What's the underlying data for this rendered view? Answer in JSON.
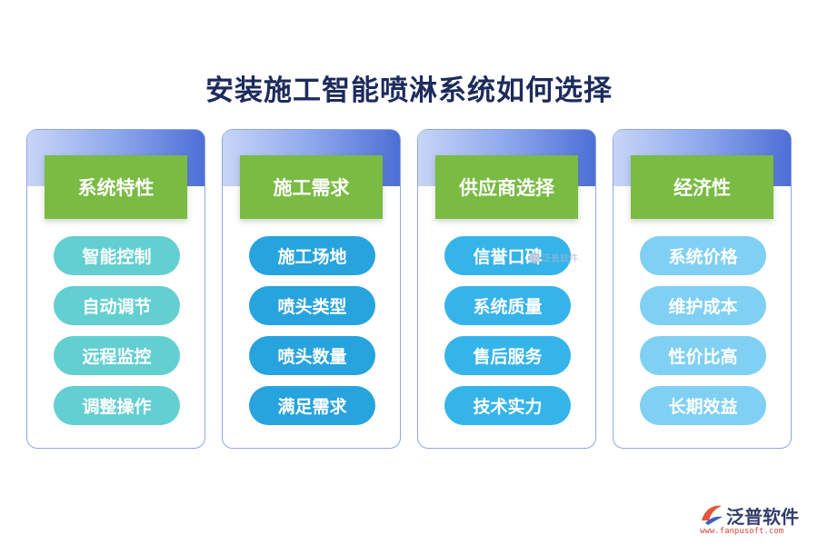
{
  "title": "安装施工智能喷淋系统如何选择",
  "categories": [
    {
      "header": "系统特性",
      "items": [
        "智能控制",
        "自动调节",
        "远程监控",
        "调整操作"
      ]
    },
    {
      "header": "施工需求",
      "items": [
        "施工场地",
        "喷头类型",
        "喷头数量",
        "满足需求"
      ]
    },
    {
      "header": "供应商选择",
      "items": [
        "信誉口碑",
        "系统质量",
        "售后服务",
        "技术实力"
      ]
    },
    {
      "header": "经济性",
      "items": [
        "系统价格",
        "维护成本",
        "性价比高",
        "长期效益"
      ]
    }
  ],
  "watermark_mid": "泛普软件",
  "logo": {
    "name": "泛普软件",
    "url": "www.fanpusoft.com"
  },
  "colors": {
    "header_green": "#79bb43",
    "pill_col1": "#63cfd1",
    "pill_col2": "#27a3de",
    "pill_col3": "#35b4ea",
    "pill_col4": "#7fd0f3",
    "title": "#1d2b5c"
  }
}
